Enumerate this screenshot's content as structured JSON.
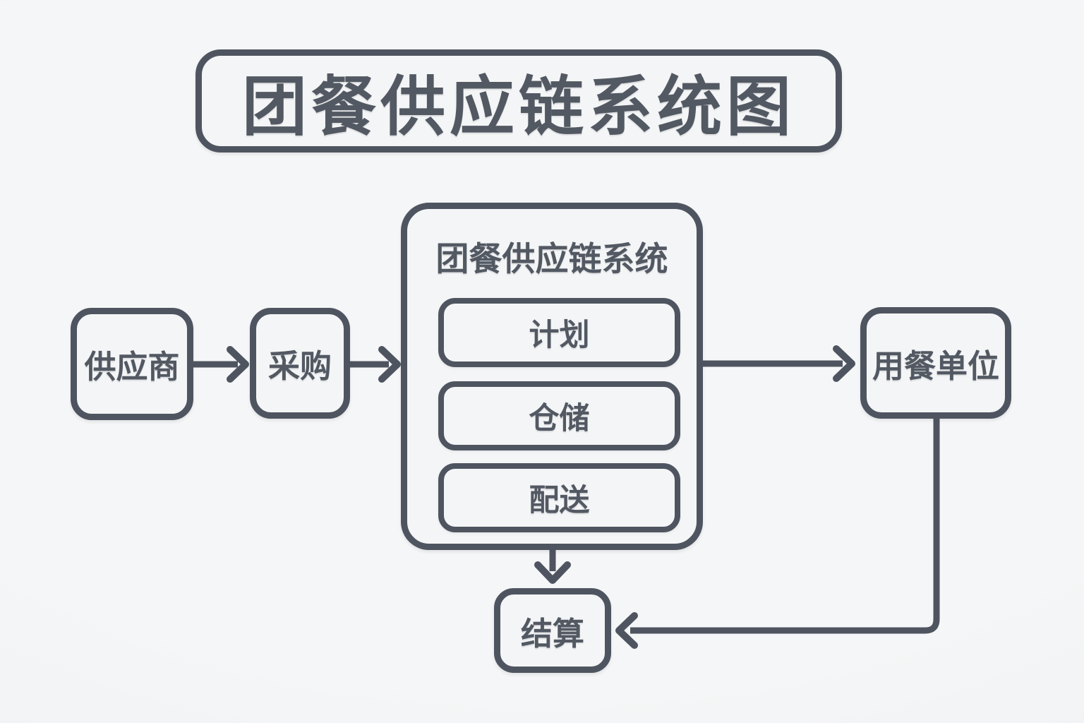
{
  "title": "团餐供应链系统图",
  "nodes": {
    "supplier": {
      "label": "供应商"
    },
    "procurement": {
      "label": "采购"
    },
    "system": {
      "label": "团餐供应链系统",
      "children": [
        "计划",
        "仓储",
        "配送"
      ]
    },
    "dining_unit": {
      "label": "用餐单位"
    },
    "settlement": {
      "label": "结算"
    }
  },
  "edges": [
    {
      "from": "供应商",
      "to": "采购"
    },
    {
      "from": "采购",
      "to": "团餐供应链系统"
    },
    {
      "from": "团餐供应链系统",
      "to": "用餐单位"
    },
    {
      "from": "团餐供应链系统",
      "to": "结算"
    },
    {
      "from": "用餐单位",
      "to": "结算"
    }
  ],
  "colors": {
    "background": "#f2f3f5",
    "stroke": "#4f5560",
    "text": "#535963"
  }
}
